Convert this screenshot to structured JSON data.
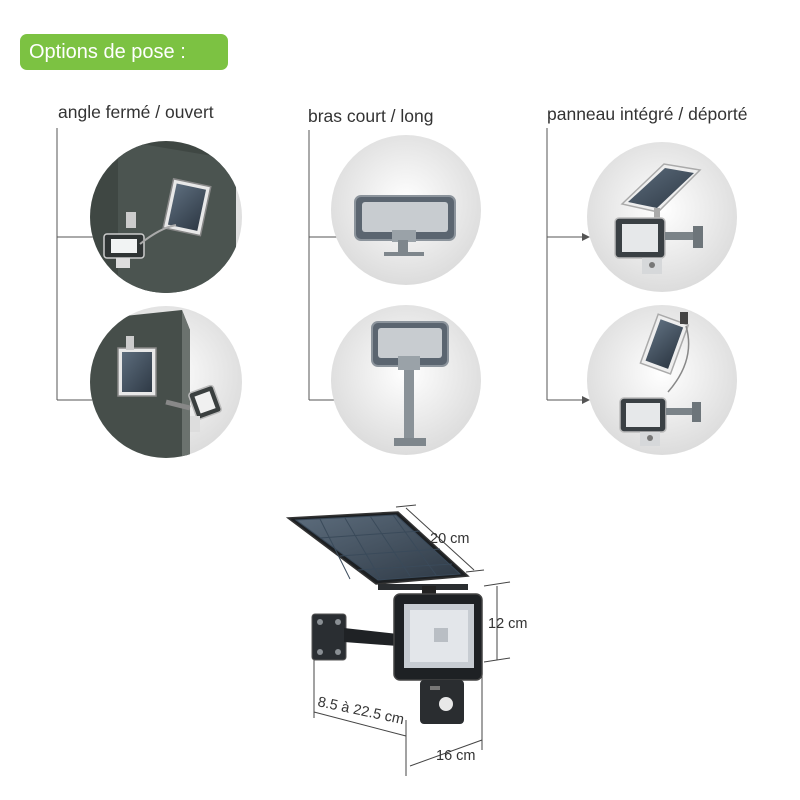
{
  "header": {
    "title": "Options de pose :",
    "color": "#7cc242"
  },
  "columns": [
    {
      "title": "angle fermé / ouvert"
    },
    {
      "title": "bras court / long"
    },
    {
      "title": "panneau intégré / déporté"
    }
  ],
  "dimensions": {
    "panel_width": "20 cm",
    "head_height": "12 cm",
    "arm_length": "8.5 à 22.5 cm",
    "head_width": "16 cm"
  }
}
